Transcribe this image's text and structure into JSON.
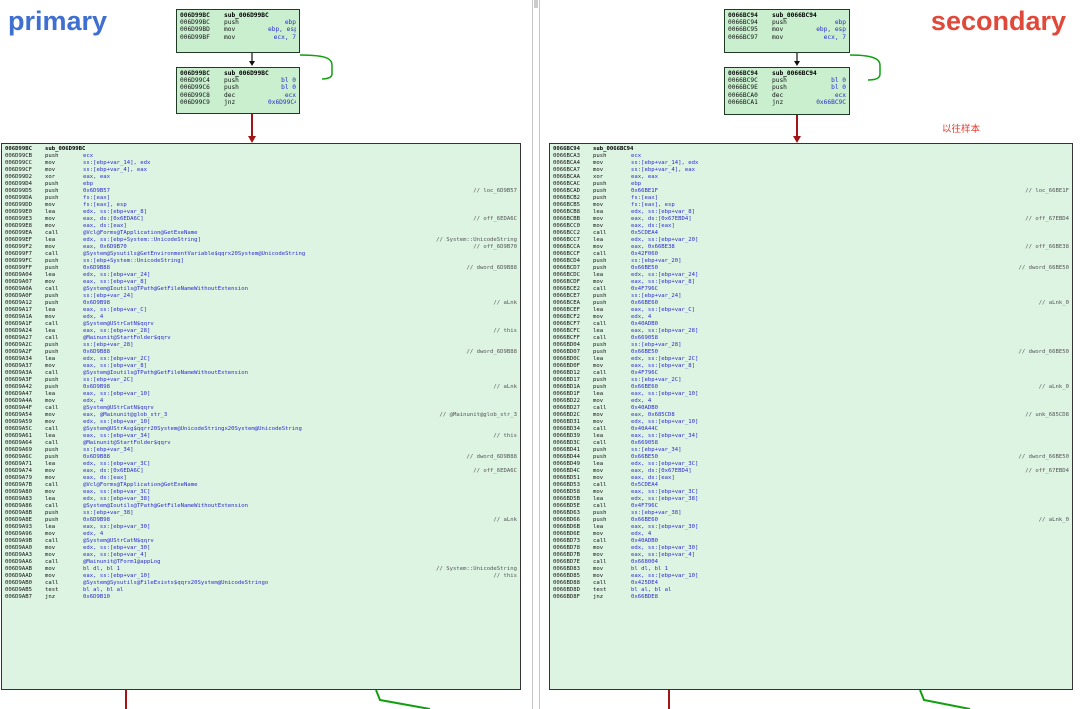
{
  "panes": {
    "left": {
      "title": "primary",
      "title_color": "#3f6fd0"
    },
    "right": {
      "title": "secondary",
      "title_color": "#e0483a"
    }
  },
  "note": "以往样本",
  "colors": {
    "edge_red": "#a31515",
    "edge_green": "#10a010",
    "block_fill": "#c9efcf",
    "big_fill": "#ddf4e3",
    "operand": "#2b2bd0",
    "comment": "#555555"
  },
  "left": {
    "block1": [
      {
        "a": "006D99BC",
        "m": "sub_006D99BC",
        "o": "",
        "c": "",
        "lbl": true
      },
      {
        "a": "006D99BC",
        "m": "push",
        "o": "ebp",
        "c": ""
      },
      {
        "a": "006D99BD",
        "m": "mov",
        "o": "ebp, esp",
        "c": ""
      },
      {
        "a": "006D99BF",
        "m": "mov",
        "o": "ecx, 7",
        "c": ""
      }
    ],
    "block2": [
      {
        "a": "006D99BC",
        "m": "sub_006D99BC",
        "o": "",
        "c": "",
        "lbl": true
      },
      {
        "a": "006D99C4",
        "m": "push",
        "o": "bl 0",
        "c": ""
      },
      {
        "a": "006D99C6",
        "m": "push",
        "o": "bl 0",
        "c": ""
      },
      {
        "a": "006D99C8",
        "m": "dec",
        "o": "ecx",
        "c": ""
      },
      {
        "a": "006D99C9",
        "m": "jnz",
        "o": "0x6D99C4",
        "c": ""
      }
    ],
    "main": [
      {
        "a": "006D99BC",
        "m": "sub_006D99BC",
        "o": "",
        "c": "",
        "lbl": true
      },
      {
        "a": "006D99CB",
        "m": "push",
        "o": "ecx",
        "c": ""
      },
      {
        "a": "006D99CC",
        "m": "mov",
        "o": "ss:[ebp+var_14], edx",
        "c": ""
      },
      {
        "a": "006D99CF",
        "m": "mov",
        "o": "ss:[ebp+var_4], eax",
        "c": ""
      },
      {
        "a": "006D99D2",
        "m": "xor",
        "o": "eax, eax",
        "c": ""
      },
      {
        "a": "006D99D4",
        "m": "push",
        "o": "ebp",
        "c": ""
      },
      {
        "a": "006D99D5",
        "m": "push",
        "o": "0x6D9B57",
        "c": "// loc_6D9B57"
      },
      {
        "a": "006D99DA",
        "m": "push",
        "o": "fs:[eax]",
        "c": ""
      },
      {
        "a": "006D99DD",
        "m": "mov",
        "o": "fs:[eax], esp",
        "c": ""
      },
      {
        "a": "006D99E0",
        "m": "lea",
        "o": "edx, ss:[ebp+var_8]",
        "c": ""
      },
      {
        "a": "006D99E3",
        "m": "mov",
        "o": "eax, ds:[0x6EDA6C]",
        "c": "// off_6EDA6C"
      },
      {
        "a": "006D99E8",
        "m": "mov",
        "o": "eax, ds:[eax]",
        "c": ""
      },
      {
        "a": "006D99EA",
        "m": "call",
        "o": "@Vcl@Forms@TApplication@GetExeName",
        "c": ""
      },
      {
        "a": "006D99EF",
        "m": "lea",
        "o": "edx, ss:[ebp+System::UnicodeString]",
        "c": "// System::UnicodeString"
      },
      {
        "a": "006D99F2",
        "m": "mov",
        "o": "eax, 0x6D9B70",
        "c": "// off_6D9B70"
      },
      {
        "a": "006D99F7",
        "m": "call",
        "o": "@System@Sysutils@GetEnvironmentVariable$qqrx20System@UnicodeString",
        "c": ""
      },
      {
        "a": "006D99FC",
        "m": "push",
        "o": "ss:[ebp+System::UnicodeString]",
        "c": ""
      },
      {
        "a": "006D99FF",
        "m": "push",
        "o": "0x6D9B88",
        "c": "// dword_6D9B88"
      },
      {
        "a": "006D9A04",
        "m": "lea",
        "o": "edx, ss:[ebp+var_24]",
        "c": ""
      },
      {
        "a": "006D9A07",
        "m": "mov",
        "o": "eax, ss:[ebp+var_8]",
        "c": ""
      },
      {
        "a": "006D9A0A",
        "m": "call",
        "o": "@System@Ioutils@TPath@GetFileNameWithoutExtension",
        "c": ""
      },
      {
        "a": "006D9A0F",
        "m": "push",
        "o": "ss:[ebp+var_24]",
        "c": ""
      },
      {
        "a": "006D9A12",
        "m": "push",
        "o": "0x6D9B98",
        "c": "// aLnk"
      },
      {
        "a": "006D9A17",
        "m": "lea",
        "o": "eax, ss:[ebp+var_C]",
        "c": ""
      },
      {
        "a": "006D9A1A",
        "m": "mov",
        "o": "edx, 4",
        "c": ""
      },
      {
        "a": "006D9A1F",
        "m": "call",
        "o": "@System@UStrCatN$qqrv",
        "c": ""
      },
      {
        "a": "006D9A24",
        "m": "lea",
        "o": "eax, ss:[ebp+var_28]",
        "c": "// this"
      },
      {
        "a": "006D9A27",
        "m": "call",
        "o": "@Mainunit@StartFolder$qqrv",
        "c": ""
      },
      {
        "a": "006D9A2C",
        "m": "push",
        "o": "ss:[ebp+var_28]",
        "c": ""
      },
      {
        "a": "006D9A2F",
        "m": "push",
        "o": "0x6D9B88",
        "c": "// dword_6D9B88"
      },
      {
        "a": "006D9A34",
        "m": "lea",
        "o": "edx, ss:[ebp+var_2C]",
        "c": ""
      },
      {
        "a": "006D9A37",
        "m": "mov",
        "o": "eax, ss:[ebp+var_8]",
        "c": ""
      },
      {
        "a": "006D9A3A",
        "m": "call",
        "o": "@System@Ioutils@TPath@GetFileNameWithoutExtension",
        "c": ""
      },
      {
        "a": "006D9A3F",
        "m": "push",
        "o": "ss:[ebp+var_2C]",
        "c": ""
      },
      {
        "a": "006D9A42",
        "m": "push",
        "o": "0x6D9B98",
        "c": "// aLnk"
      },
      {
        "a": "006D9A47",
        "m": "lea",
        "o": "eax, ss:[ebp+var_10]",
        "c": ""
      },
      {
        "a": "006D9A4A",
        "m": "mov",
        "o": "edx, 4",
        "c": ""
      },
      {
        "a": "006D9A4F",
        "m": "call",
        "o": "@System@UStrCatN$qqrv",
        "c": ""
      },
      {
        "a": "006D9A54",
        "m": "mov",
        "o": "eax, @Mainunit@glob_str_3",
        "c": "// @Mainunit@glob_str_3"
      },
      {
        "a": "006D9A59",
        "m": "mov",
        "o": "edx, ss:[ebp+var_10]",
        "c": ""
      },
      {
        "a": "006D9A5C",
        "m": "call",
        "o": "@System@UStrAsg$qqrr20System@UnicodeStringx20System@UnicodeString",
        "c": ""
      },
      {
        "a": "006D9A61",
        "m": "lea",
        "o": "eax, ss:[ebp+var_34]",
        "c": "// this"
      },
      {
        "a": "006D9A64",
        "m": "call",
        "o": "@Mainunit@StartFolder$qqrv",
        "c": ""
      },
      {
        "a": "006D9A69",
        "m": "push",
        "o": "ss:[ebp+var_34]",
        "c": ""
      },
      {
        "a": "006D9A6C",
        "m": "push",
        "o": "0x6D9B88",
        "c": "// dword_6D9B88"
      },
      {
        "a": "006D9A71",
        "m": "lea",
        "o": "edx, ss:[ebp+var_3C]",
        "c": ""
      },
      {
        "a": "006D9A74",
        "m": "mov",
        "o": "eax, ds:[0x6EDA6C]",
        "c": "// off_6EDA6C"
      },
      {
        "a": "006D9A79",
        "m": "mov",
        "o": "eax, ds:[eax]",
        "c": ""
      },
      {
        "a": "006D9A7B",
        "m": "call",
        "o": "@Vcl@Forms@TApplication@GetExeName",
        "c": ""
      },
      {
        "a": "006D9A80",
        "m": "mov",
        "o": "eax, ss:[ebp+var_3C]",
        "c": ""
      },
      {
        "a": "006D9A83",
        "m": "lea",
        "o": "edx, ss:[ebp+var_38]",
        "c": ""
      },
      {
        "a": "006D9A86",
        "m": "call",
        "o": "@System@Ioutils@TPath@GetFileNameWithoutExtension",
        "c": ""
      },
      {
        "a": "006D9A8B",
        "m": "push",
        "o": "ss:[ebp+var_38]",
        "c": ""
      },
      {
        "a": "006D9A8E",
        "m": "push",
        "o": "0x6D9B98",
        "c": "// aLnk"
      },
      {
        "a": "006D9A93",
        "m": "lea",
        "o": "eax, ss:[ebp+var_30]",
        "c": ""
      },
      {
        "a": "006D9A96",
        "m": "mov",
        "o": "edx, 4",
        "c": ""
      },
      {
        "a": "006D9A9B",
        "m": "call",
        "o": "@System@UStrCatN$qqrv",
        "c": ""
      },
      {
        "a": "006D9AA0",
        "m": "mov",
        "o": "edx, ss:[ebp+var_30]",
        "c": ""
      },
      {
        "a": "006D9AA3",
        "m": "mov",
        "o": "eax, ss:[ebp+var_4]",
        "c": ""
      },
      {
        "a": "006D9AA6",
        "m": "call",
        "o": "@Mainunit@TForm1@appLog",
        "c": ""
      },
      {
        "a": "006D9AAB",
        "m": "mov",
        "o": "bl dl, bl 1",
        "c": "// System::UnicodeString"
      },
      {
        "a": "006D9AAD",
        "m": "mov",
        "o": "eax, ss:[ebp+var_10]",
        "c": "// this"
      },
      {
        "a": "006D9AB0",
        "m": "call",
        "o": "@System@Sysutils@FileExists$qqrx20System@UnicodeStringo",
        "c": ""
      },
      {
        "a": "006D9AB5",
        "m": "test",
        "o": "bl al, bl al",
        "c": ""
      },
      {
        "a": "006D9AB7",
        "m": "jnz",
        "o": "0x6D9B10",
        "c": ""
      }
    ]
  },
  "right": {
    "block1": [
      {
        "a": "0066BC94",
        "m": "sub_0066BC94",
        "o": "",
        "c": "",
        "lbl": true
      },
      {
        "a": "0066BC94",
        "m": "push",
        "o": "ebp",
        "c": ""
      },
      {
        "a": "0066BC95",
        "m": "mov",
        "o": "ebp, esp",
        "c": ""
      },
      {
        "a": "0066BC97",
        "m": "mov",
        "o": "ecx, 7",
        "c": ""
      }
    ],
    "block2": [
      {
        "a": "0066BC94",
        "m": "sub_0066BC94",
        "o": "",
        "c": "",
        "lbl": true
      },
      {
        "a": "0066BC9C",
        "m": "push",
        "o": "bl 0",
        "c": ""
      },
      {
        "a": "0066BC9E",
        "m": "push",
        "o": "bl 0",
        "c": ""
      },
      {
        "a": "0066BCA0",
        "m": "dec",
        "o": "ecx",
        "c": ""
      },
      {
        "a": "0066BCA1",
        "m": "jnz",
        "o": "0x66BC9C",
        "c": ""
      }
    ],
    "main": [
      {
        "a": "0066BC94",
        "m": "sub_0066BC94",
        "o": "",
        "c": "",
        "lbl": true
      },
      {
        "a": "0066BCA3",
        "m": "push",
        "o": "ecx",
        "c": ""
      },
      {
        "a": "0066BCA4",
        "m": "mov",
        "o": "ss:[ebp+var_14], edx",
        "c": ""
      },
      {
        "a": "0066BCA7",
        "m": "mov",
        "o": "ss:[ebp+var_4], eax",
        "c": ""
      },
      {
        "a": "0066BCAA",
        "m": "xor",
        "o": "eax, eax",
        "c": ""
      },
      {
        "a": "0066BCAC",
        "m": "push",
        "o": "ebp",
        "c": ""
      },
      {
        "a": "0066BCAD",
        "m": "push",
        "o": "0x66BE1F",
        "c": "// loc_66BE1F"
      },
      {
        "a": "0066BCB2",
        "m": "push",
        "o": "fs:[eax]",
        "c": ""
      },
      {
        "a": "0066BCB5",
        "m": "mov",
        "o": "fs:[eax], esp",
        "c": ""
      },
      {
        "a": "0066BCB8",
        "m": "lea",
        "o": "edx, ss:[ebp+var_8]",
        "c": ""
      },
      {
        "a": "0066BCBB",
        "m": "mov",
        "o": "eax, ds:[0x67EBD4]",
        "c": "// off_67EBD4"
      },
      {
        "a": "0066BCC0",
        "m": "mov",
        "o": "eax, ds:[eax]",
        "c": ""
      },
      {
        "a": "0066BCC2",
        "m": "call",
        "o": "0x5CDEA4",
        "c": ""
      },
      {
        "a": "0066BCC7",
        "m": "lea",
        "o": "edx, ss:[ebp+var_20]",
        "c": ""
      },
      {
        "a": "0066BCCA",
        "m": "mov",
        "o": "eax, 0x66BE38",
        "c": "// off_66BE38"
      },
      {
        "a": "0066BCCF",
        "m": "call",
        "o": "0x42F060",
        "c": ""
      },
      {
        "a": "0066BCD4",
        "m": "push",
        "o": "ss:[ebp+var_20]",
        "c": ""
      },
      {
        "a": "0066BCD7",
        "m": "push",
        "o": "0x66BE50",
        "c": "// dword_66BE50"
      },
      {
        "a": "0066BCDC",
        "m": "lea",
        "o": "edx, ss:[ebp+var_24]",
        "c": ""
      },
      {
        "a": "0066BCDF",
        "m": "mov",
        "o": "eax, ss:[ebp+var_8]",
        "c": ""
      },
      {
        "a": "0066BCE2",
        "m": "call",
        "o": "0x4F796C",
        "c": ""
      },
      {
        "a": "0066BCE7",
        "m": "push",
        "o": "ss:[ebp+var_24]",
        "c": ""
      },
      {
        "a": "0066BCEA",
        "m": "push",
        "o": "0x66BE60",
        "c": "// aLnk_0"
      },
      {
        "a": "0066BCEF",
        "m": "lea",
        "o": "eax, ss:[ebp+var_C]",
        "c": ""
      },
      {
        "a": "0066BCF2",
        "m": "mov",
        "o": "edx, 4",
        "c": ""
      },
      {
        "a": "0066BCF7",
        "m": "call",
        "o": "0x40ADB0",
        "c": ""
      },
      {
        "a": "0066BCFC",
        "m": "lea",
        "o": "eax, ss:[ebp+var_28]",
        "c": ""
      },
      {
        "a": "0066BCFF",
        "m": "call",
        "o": "0x669058",
        "c": ""
      },
      {
        "a": "0066BD04",
        "m": "push",
        "o": "ss:[ebp+var_28]",
        "c": ""
      },
      {
        "a": "0066BD07",
        "m": "push",
        "o": "0x66BE50",
        "c": "// dword_66BE50"
      },
      {
        "a": "0066BD0C",
        "m": "lea",
        "o": "edx, ss:[ebp+var_2C]",
        "c": ""
      },
      {
        "a": "0066BD0F",
        "m": "mov",
        "o": "eax, ss:[ebp+var_8]",
        "c": ""
      },
      {
        "a": "0066BD12",
        "m": "call",
        "o": "0x4F796C",
        "c": ""
      },
      {
        "a": "0066BD17",
        "m": "push",
        "o": "ss:[ebp+var_2C]",
        "c": ""
      },
      {
        "a": "0066BD1A",
        "m": "push",
        "o": "0x66BE60",
        "c": "// aLnk_0"
      },
      {
        "a": "0066BD1F",
        "m": "lea",
        "o": "eax, ss:[ebp+var_10]",
        "c": ""
      },
      {
        "a": "0066BD22",
        "m": "mov",
        "o": "edx, 4",
        "c": ""
      },
      {
        "a": "0066BD27",
        "m": "call",
        "o": "0x40ADB0",
        "c": ""
      },
      {
        "a": "0066BD2C",
        "m": "mov",
        "o": "eax, 0x685CD8",
        "c": "// unk_685CD8"
      },
      {
        "a": "0066BD31",
        "m": "mov",
        "o": "edx, ss:[ebp+var_10]",
        "c": ""
      },
      {
        "a": "0066BD34",
        "m": "call",
        "o": "0x40A44C",
        "c": ""
      },
      {
        "a": "0066BD39",
        "m": "lea",
        "o": "eax, ss:[ebp+var_34]",
        "c": ""
      },
      {
        "a": "0066BD3C",
        "m": "call",
        "o": "0x669058",
        "c": ""
      },
      {
        "a": "0066BD41",
        "m": "push",
        "o": "ss:[ebp+var_34]",
        "c": ""
      },
      {
        "a": "0066BD44",
        "m": "push",
        "o": "0x66BE50",
        "c": "// dword_66BE50"
      },
      {
        "a": "0066BD49",
        "m": "lea",
        "o": "edx, ss:[ebp+var_3C]",
        "c": ""
      },
      {
        "a": "0066BD4C",
        "m": "mov",
        "o": "eax, ds:[0x67EBD4]",
        "c": "// off_67EBD4"
      },
      {
        "a": "0066BD51",
        "m": "mov",
        "o": "eax, ds:[eax]",
        "c": ""
      },
      {
        "a": "0066BD53",
        "m": "call",
        "o": "0x5CDEA4",
        "c": ""
      },
      {
        "a": "0066BD58",
        "m": "mov",
        "o": "eax, ss:[ebp+var_3C]",
        "c": ""
      },
      {
        "a": "0066BD5B",
        "m": "lea",
        "o": "edx, ss:[ebp+var_38]",
        "c": ""
      },
      {
        "a": "0066BD5E",
        "m": "call",
        "o": "0x4F796C",
        "c": ""
      },
      {
        "a": "0066BD63",
        "m": "push",
        "o": "ss:[ebp+var_38]",
        "c": ""
      },
      {
        "a": "0066BD66",
        "m": "push",
        "o": "0x66BE60",
        "c": "// aLnk_0"
      },
      {
        "a": "0066BD6B",
        "m": "lea",
        "o": "eax, ss:[ebp+var_30]",
        "c": ""
      },
      {
        "a": "0066BD6E",
        "m": "mov",
        "o": "edx, 4",
        "c": ""
      },
      {
        "a": "0066BD73",
        "m": "call",
        "o": "0x40ADB0",
        "c": ""
      },
      {
        "a": "0066BD78",
        "m": "mov",
        "o": "edx, ss:[ebp+var_30]",
        "c": ""
      },
      {
        "a": "0066BD7B",
        "m": "mov",
        "o": "eax, ss:[ebp+var_4]",
        "c": ""
      },
      {
        "a": "0066BD7E",
        "m": "call",
        "o": "0x668004",
        "c": ""
      },
      {
        "a": "0066BD83",
        "m": "mov",
        "o": "bl dl, bl 1",
        "c": ""
      },
      {
        "a": "0066BD85",
        "m": "mov",
        "o": "eax, ss:[ebp+var_10]",
        "c": ""
      },
      {
        "a": "0066BD88",
        "m": "call",
        "o": "0x425DE4",
        "c": ""
      },
      {
        "a": "0066BD8D",
        "m": "test",
        "o": "bl al, bl al",
        "c": ""
      },
      {
        "a": "0066BD8F",
        "m": "jnz",
        "o": "0x66BDE8",
        "c": ""
      }
    ]
  }
}
